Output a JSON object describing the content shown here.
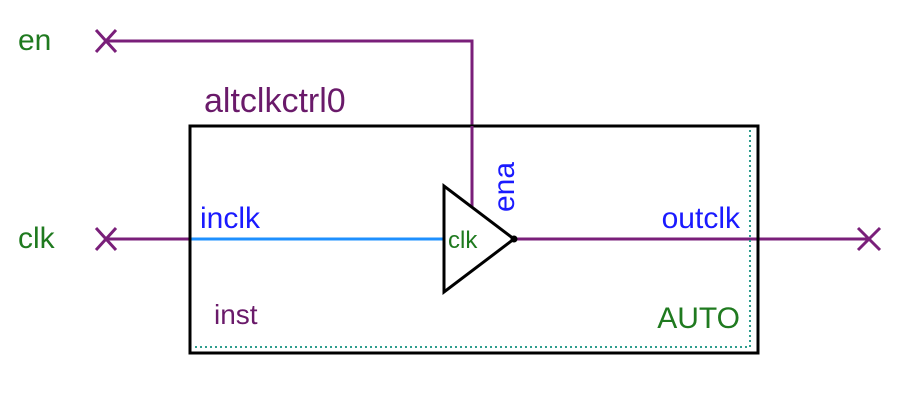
{
  "diagram": {
    "instance_title": "altclkctrl0",
    "instance_name": "inst",
    "mode": "AUTO",
    "ports": {
      "en": {
        "label": "en"
      },
      "clk": {
        "label": "clk"
      }
    },
    "pins": {
      "inclk": "inclk",
      "outclk": "outclk",
      "ena": "ena",
      "buffer_clk": "clk"
    },
    "colors": {
      "port_label": "#1f7a1f",
      "purple_wire": "#7a1f7a",
      "blue_wire": "#1e90ff",
      "pin_label": "#1a1aff",
      "title": "#6a1a6a",
      "box": "#000000",
      "mode_label": "#1f7a1f",
      "dotted_inner": "#2e9e8e"
    }
  }
}
